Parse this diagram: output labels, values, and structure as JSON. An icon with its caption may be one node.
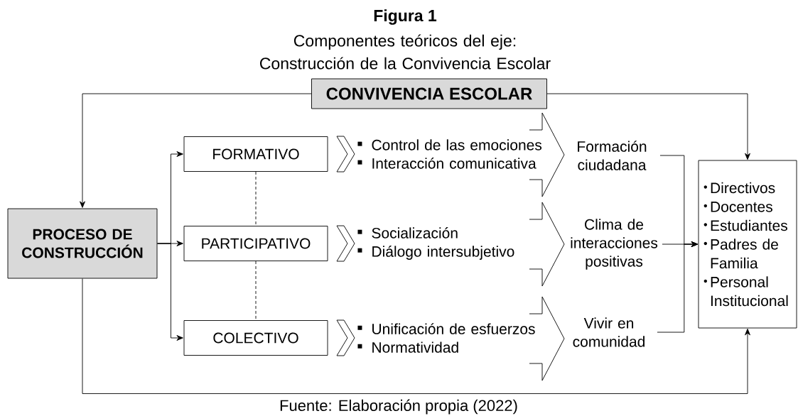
{
  "diagram": {
    "title": "Figura 1",
    "caption": "Fuente: Elaboración propia (2022)",
    "labels": [
      "Componentes teóricos del eje: Construcción de la Convivencia Escolar"
    ],
    "nodes": [
      {
        "text": [
          "CONVIVENCIA ESCOLAR"
        ]
      },
      {
        "text": [
          "PROCESO DE CONSTRUCCIÓN"
        ]
      },
      {
        "text": [
          "FORMATIVO"
        ]
      },
      {
        "text": [
          "PARTICIPATIVO"
        ]
      },
      {
        "text": [
          "COLECTIVO"
        ]
      },
      {
        "text": [
          "Control de las emociones",
          "Interacción comunicativa"
        ]
      },
      {
        "text": [
          "Socialización",
          "Diálogo intersubjetivo"
        ]
      },
      {
        "text": [
          "Unificación de esfuerzos",
          "Normatividad"
        ]
      },
      {
        "text": [
          "Formación ciudadana"
        ]
      },
      {
        "text": [
          "Clima de interacciones positivas"
        ]
      },
      {
        "text": [
          "Vivir en comunidad"
        ]
      },
      {
        "text": [
          "Directivos",
          "Docentes",
          "Estudiantes",
          "Padres de Familia",
          "Personal Institucional"
        ]
      }
    ],
    "edges": [
      {
        "from": 0,
        "to": 1,
        "arrow": "to"
      },
      {
        "from": 0,
        "to": 11,
        "arrow": "to"
      },
      {
        "from": 1,
        "to": 11,
        "arrow": "to"
      },
      {
        "from": 1,
        "to": 2,
        "arrow": "to"
      },
      {
        "from": 1,
        "to": 3,
        "arrow": "to"
      },
      {
        "from": 1,
        "to": 4,
        "arrow": "to"
      },
      {
        "from": 2,
        "to": 3,
        "arrow": "none",
        "style": "dashed"
      },
      {
        "from": 3,
        "to": 4,
        "arrow": "none",
        "style": "dashed"
      },
      {
        "from": 2,
        "to": 5,
        "arrow": "to"
      },
      {
        "from": 3,
        "to": 6,
        "arrow": "to"
      },
      {
        "from": 4,
        "to": 7,
        "arrow": "to"
      },
      {
        "from": 8,
        "to": 11,
        "arrow": "to"
      },
      {
        "from": 9,
        "to": 11,
        "arrow": "to"
      },
      {
        "from": 10,
        "to": 11,
        "arrow": "to"
      }
    ]
  }
}
